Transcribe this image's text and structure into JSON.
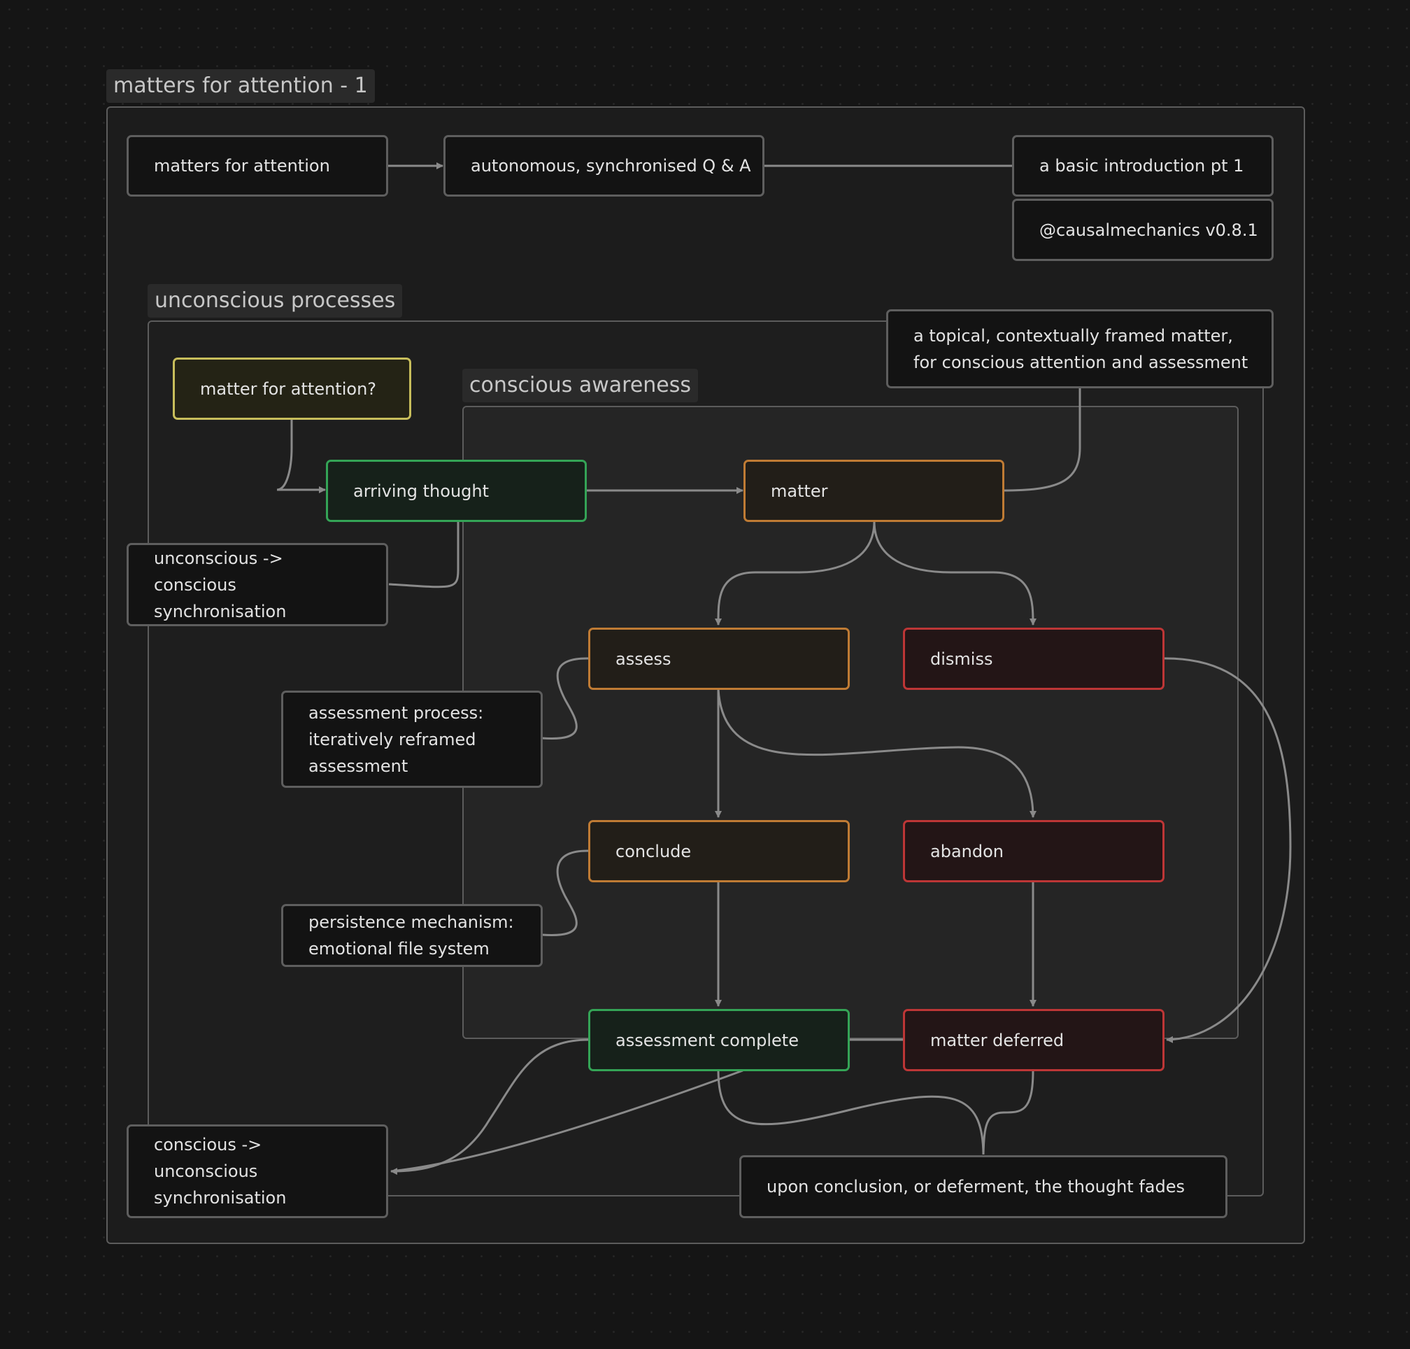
{
  "groups": {
    "outer": "matters for attention - 1",
    "unconscious": "unconscious processes",
    "conscious": "conscious awareness"
  },
  "nodes": {
    "matters_for_attention": "matters for attention",
    "autonomous_qa": "autonomous, synchronised Q & A",
    "basic_intro": "a basic introduction pt 1",
    "causal_version": "@causalmechanics v0.8.1",
    "topical_matter": "a topical, contextually framed matter, for conscious attention and assessment",
    "matter_for_attention_q": "matter for attention?",
    "arriving_thought": "arriving thought",
    "matter": "matter",
    "unc_to_con_sync": "unconscious -> conscious synchronisation",
    "assess": "assess",
    "dismiss": "dismiss",
    "assessment_process": "assessment process: iteratively reframed assessment",
    "conclude": "conclude",
    "abandon": "abandon",
    "persistence": "persistence mechanism: emotional file system",
    "assessment_complete": "assessment complete",
    "matter_deferred": "matter deferred",
    "con_to_unc_sync": "conscious -> unconscious synchronisation",
    "thought_fades": "upon conclusion, or deferment, the thought fades"
  },
  "colors": {
    "background": "#151515",
    "edge": "#8a8a8a",
    "node_border_plain": "#5e5e5e",
    "node_border_yellow": "#c8be5b",
    "node_border_green": "#34a456",
    "node_border_orange": "#bf7b34",
    "node_border_red": "#bd3636"
  }
}
